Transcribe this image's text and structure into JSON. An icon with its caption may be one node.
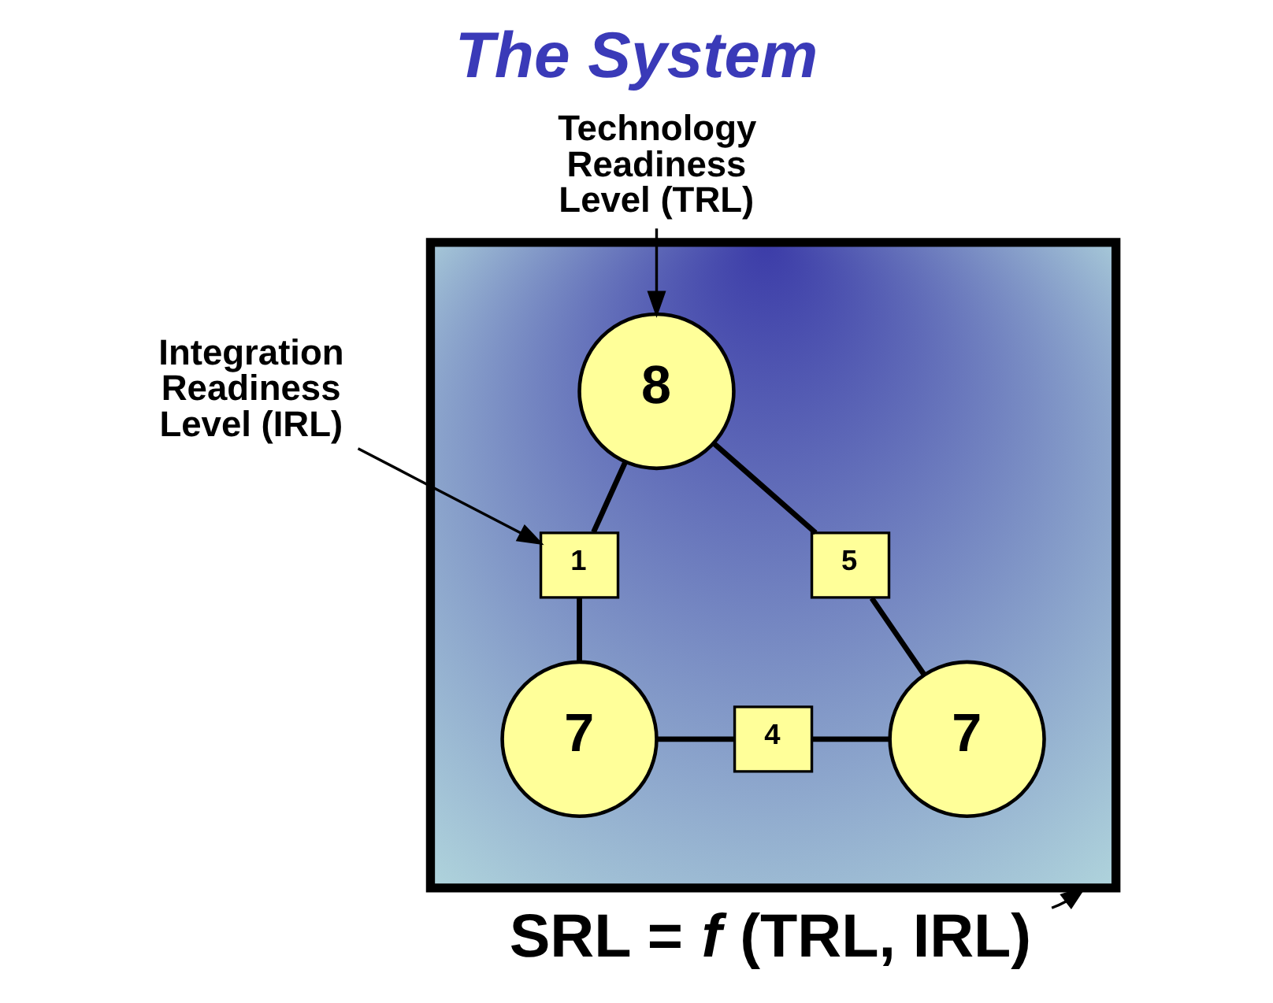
{
  "diagram": {
    "title": "The System",
    "nodes": [
      {
        "text": [],
        "shape": "ellipse"
      },
      {
        "text": [
          "8"
        ],
        "in": 0
      },
      {
        "text": [
          "7"
        ],
        "in": 0
      },
      {
        "text": [
          "7"
        ],
        "in": 0
      },
      {
        "text": [
          "1"
        ],
        "in": 0
      },
      {
        "text": [
          "5"
        ],
        "in": 0
      },
      {
        "text": [
          "4"
        ],
        "in": 0
      },
      {
        "text": [
          "Technology Readiness Level (TRL)"
        ]
      },
      {
        "text": [
          "Integration Readiness Level (IRL)"
        ]
      },
      {
        "text": [
          "SRL = *f* (TRL, IRL)"
        ]
      }
    ],
    "edges": [
      {
        "from": 1,
        "to": 4,
        "arrow": "none"
      },
      {
        "from": 4,
        "to": 2,
        "arrow": "none"
      },
      {
        "from": 1,
        "to": 5,
        "arrow": "none"
      },
      {
        "from": 5,
        "to": 3,
        "arrow": "none"
      },
      {
        "from": 2,
        "to": 6,
        "arrow": "none"
      },
      {
        "from": 6,
        "to": 3,
        "arrow": "none"
      },
      {
        "from": 7,
        "to": 1,
        "arrow": "to"
      },
      {
        "from": 8,
        "to": 4,
        "arrow": "to"
      },
      {
        "from": 9,
        "to": 0,
        "arrow": "to"
      }
    ]
  }
}
